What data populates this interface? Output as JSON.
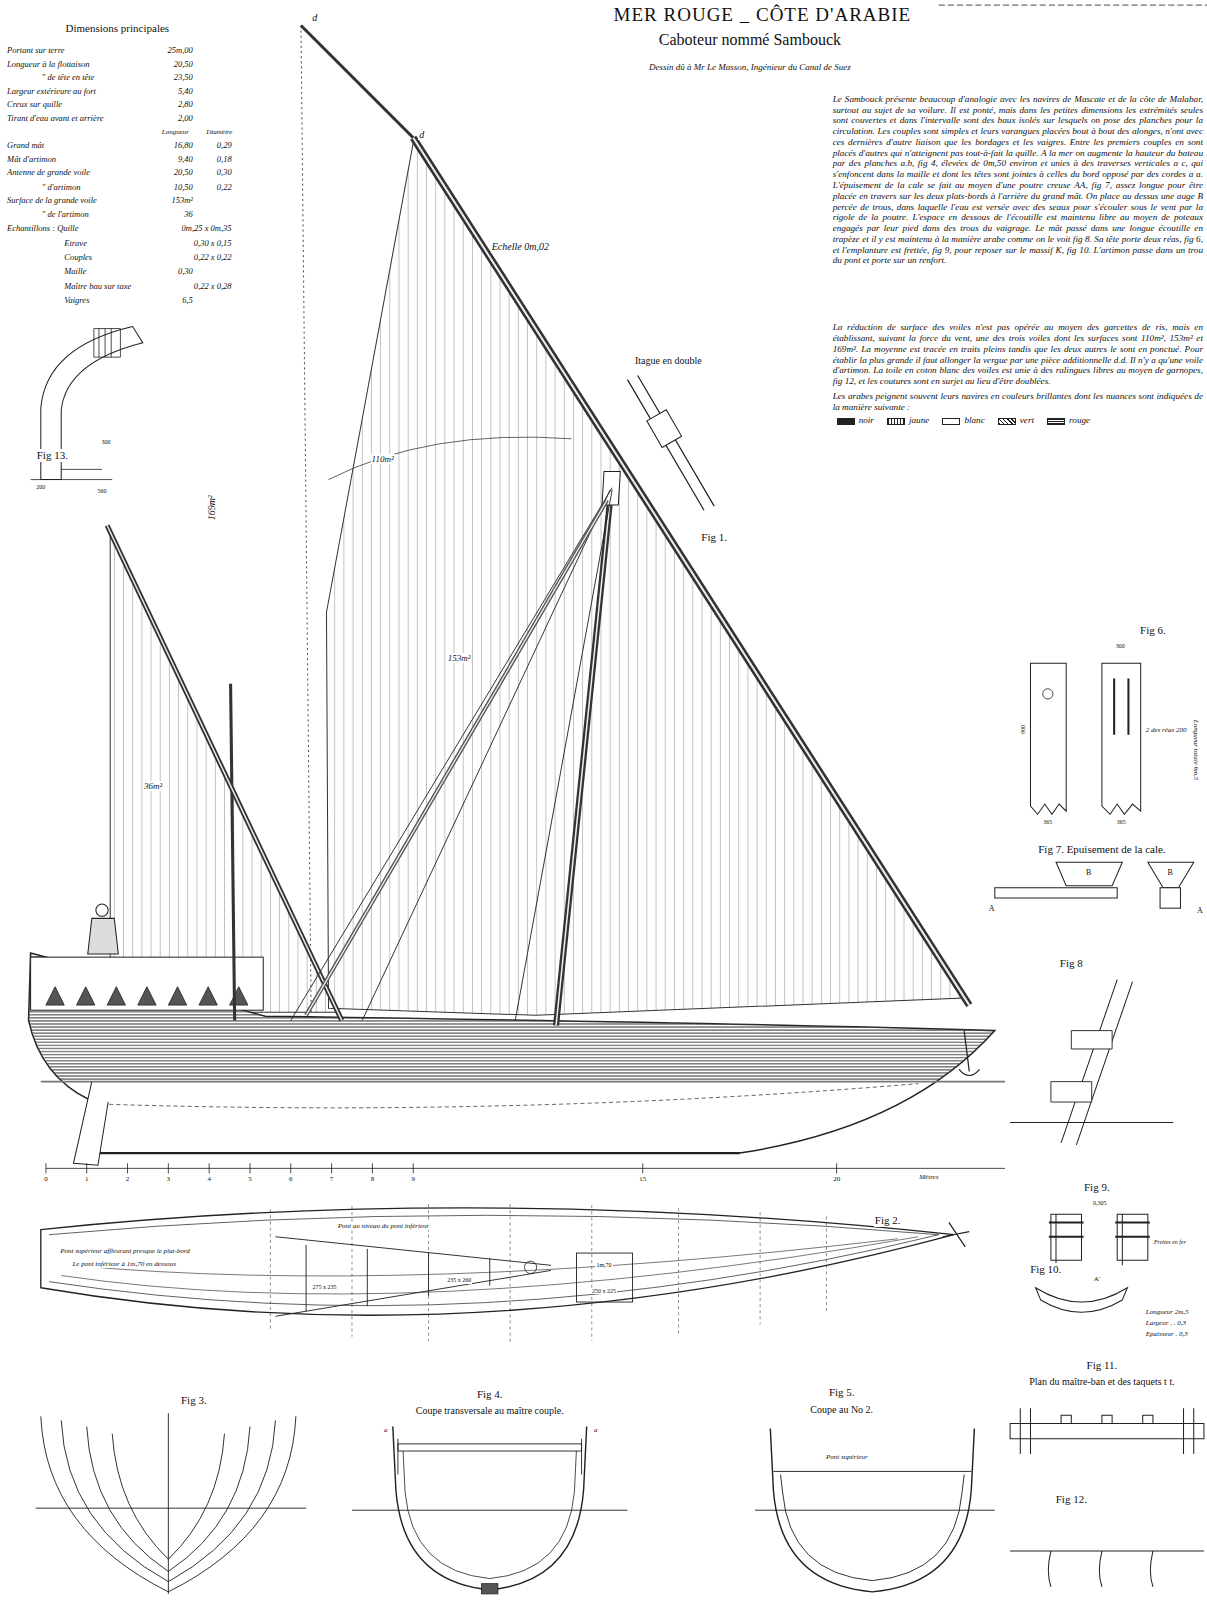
{
  "diagram": {
    "title": "MER ROUGE _ CÔTE D'ARABIE",
    "labels": [
      "Caboteur nommé Sambouck",
      "Dessin dû à Mr Le Masson, Ingénieur du Canal de Suez",
      "Dimensions principales",
      "Portant sur terre",
      "25m,00",
      "Longueur à la flottaison",
      "20,50",
      "\" de tête en tête",
      "23,50",
      "Largeur extérieure au fort",
      "5,40",
      "Creux sur quille",
      "2,80",
      "Tirant d'eau avant et arrière",
      "2,00",
      "Longueur",
      "Diamètre",
      "Grand mât",
      "16,80",
      "0,29",
      "Mât d'artimon",
      "9,40",
      "0,18",
      "Antenne de grande voile",
      "20,50",
      "0,30",
      "\" d'artimon",
      "10,50",
      "0,22",
      "Surface de la grande voile",
      "153m²",
      "\" de l'artimon",
      "36",
      "Echantillons : Quille",
      "0m,25 x 0m,35",
      "Etrave",
      "0,30 x 0,15",
      "Couples",
      "0,22 x 0,22",
      "Maille",
      "0,30",
      "Maître bau sur taxe",
      "0,22 x 0,28",
      "Vaigres",
      "6,5",
      "Le Sambouck présente beaucoup d'analogie avec les navires de Mascate et de la côte de Malabar, surtout au sujet de sa voilure. Il est ponté, mais dans les petites dimensions les extrémités seules sont couvertes et dans l'intervalle sont des baux isolés sur lesquels on pose des planches pour la circulation. Les couples sont simples et leurs varangues placées bout à bout des alonges, n'ont avec ces dernières d'autre liaison que les bordages et les vaigres. Entre les premiers couples en sont placés d'autres qui n'atteignent pas tout-à-fait la quille. A la mer on augmente la hauteur du bateau par des planches a.b, fig 4, élevées de 0m,50 environ et unies à des traverses verticales a c, qui s'enfoncent dans la maille et dont les têtes sont jointes à celles du bord opposé par des cordes a a. L'épuisement de la cale se fait au moyen d'une poutre creuse AA, fig 7, assez longue pour être placée en travers sur les deux plats-bords à l'arrière du grand mât. On place au dessus une auge B percée de trous, dans laquelle l'eau est versée avec des seaux pour s'écouler sous le vent par la rigole de la poutre. L'espace en dessous de l'écoutille est maintenu libre au moyen de poteaux engagés par leur pied dans des trous du vaigrage. Le mât passé dans une longue écoutille en trapèze et il y est maintenu à la manière arabe comme on le voit fig 8. Sa tête porte deux réas, fig 6, et l'emplanture est frettée, fig 9, pour reposer sur le massif K, fig 10. L'artimon passe dans un trou du pont et porte sur un renfort.",
      "La réduction de surface des voiles n'est pas opérée au moyen des garcettes de ris, mais en établissant, suivant la force du vent, une des trois voiles dont les surfaces sont 110m², 153m² et 169m². La moyenne est tracée en traits pleins tandis que les deux autres le sont en ponctué. Pour établir la plus grande il faut allonger la vergue par une pièce additionnelle d.d. Il n'y a qu'une voile d'artimon. La toile en coton blanc des voiles est unie à des ralingues libres au moyen de garnopes, fig 12, et les coutures sont en surjet au lieu d'être doublées.",
      "Les arabes peignent souvent leurs navires en couleurs brillantes dont les nuances sont indiquées de la manière suivante :",
      "Fig 13.",
      "200",
      "560",
      "300",
      "169m²",
      "d",
      "d",
      "Echelle 0m,02",
      "Itague en double",
      "110m²",
      "153m²",
      "36m²",
      "Fig 1.",
      "Fig 6.",
      "300",
      "2 des réas 200",
      "Longueur totale 6m,5",
      "900",
      "365",
      "365",
      "Fig 7. Epuisement de la cale.",
      "B",
      "A",
      "B",
      "A",
      "Fig 8",
      "Fig 9.",
      "0,305",
      "Frettes en fer",
      "Fig 10.",
      "A'",
      "Longueur 2m,5",
      "Largeur . . 0,3",
      "Epaisseur . 0,3",
      "Fig 11.",
      "Plan du maître-ban et des taquets t t.",
      "Fig 12.",
      "Fig 2.",
      "Pont supérieur affleurant presque le plat-bord",
      "Le pont inférieur à 1m,70 en dessous",
      "Pont au niveau du pont inférieur",
      "Fig 3.",
      "Fig 4.",
      "Coupe transversale au maître couple.",
      "Fig 5.",
      "Coupe au No 2.",
      "Pont supérieur",
      "0",
      "1",
      "2",
      "3",
      "4",
      "5",
      "6",
      "7",
      "8",
      "9",
      "15",
      "20",
      "Mètres",
      "275 x 235",
      "235 x 260",
      "1m,70",
      "250 x 225",
      "a",
      "a"
    ],
    "legend": [
      {
        "text": "noir"
      },
      {
        "text": "jaune"
      },
      {
        "text": "blanc"
      },
      {
        "text": "vert"
      },
      {
        "text": "rouge"
      }
    ]
  }
}
